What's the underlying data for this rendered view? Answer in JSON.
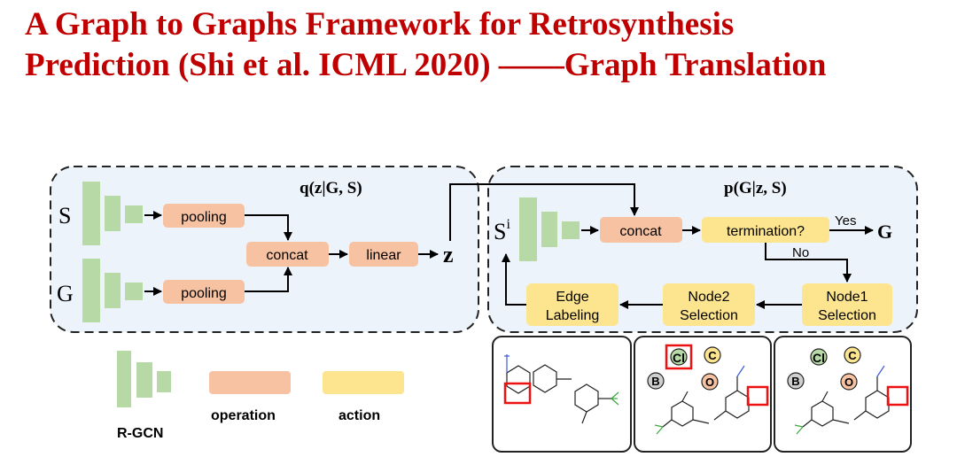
{
  "title": {
    "line1": "A Graph to Graphs Framework for Retrosynthesis",
    "line2": "Prediction (Shi et al. ICML 2020) ——Graph Translation"
  },
  "colors": {
    "title": "#c00000",
    "panel_bg": "#edf3fa",
    "rgcn": "#b7d9a6",
    "operation": "#f6c2a2",
    "action": "#fde58f"
  },
  "left_panel": {
    "heading": "q(z|G, S)",
    "input_s": "S",
    "input_g": "G",
    "pool_top": "pooling",
    "pool_bottom": "pooling",
    "concat": "concat",
    "linear": "linear",
    "output": "z"
  },
  "right_panel": {
    "heading": "p(G|z, S)",
    "input": "S",
    "input_sup": "i",
    "concat": "concat",
    "termination": "termination?",
    "yes": "Yes",
    "no": "No",
    "output": "G",
    "node1": [
      "Node1",
      "Selection"
    ],
    "node2": [
      "Node2",
      "Selection"
    ],
    "edge": [
      "Edge",
      "Labeling"
    ]
  },
  "atoms": {
    "cl": "Cl",
    "c": "C",
    "b": "B",
    "o": "O"
  },
  "legend": {
    "rgcn": "R-GCN",
    "operation": "operation",
    "action": "action"
  }
}
